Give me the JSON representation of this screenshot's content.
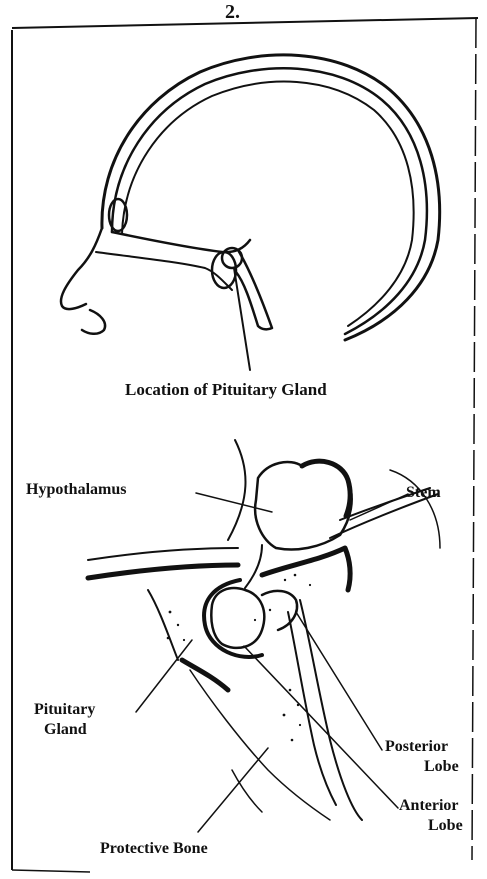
{
  "page_label": "2.",
  "top_figure": {
    "caption": "Location of Pituitary Gland"
  },
  "bottom_figure": {
    "labels": {
      "hypothalamus": "Hypothalamus",
      "stem": "Stem",
      "pituitary_gland_line1": "Pituitary",
      "pituitary_gland_line2": "Gland",
      "posterior_lobe_line1": "Posterior",
      "posterior_lobe_line2": "Lobe",
      "anterior_lobe_line1": "Anterior",
      "anterior_lobe_line2": "Lobe",
      "protective_bone": "Protective Bone"
    }
  },
  "colors": {
    "ink": "#111111",
    "paper": "#ffffff"
  }
}
